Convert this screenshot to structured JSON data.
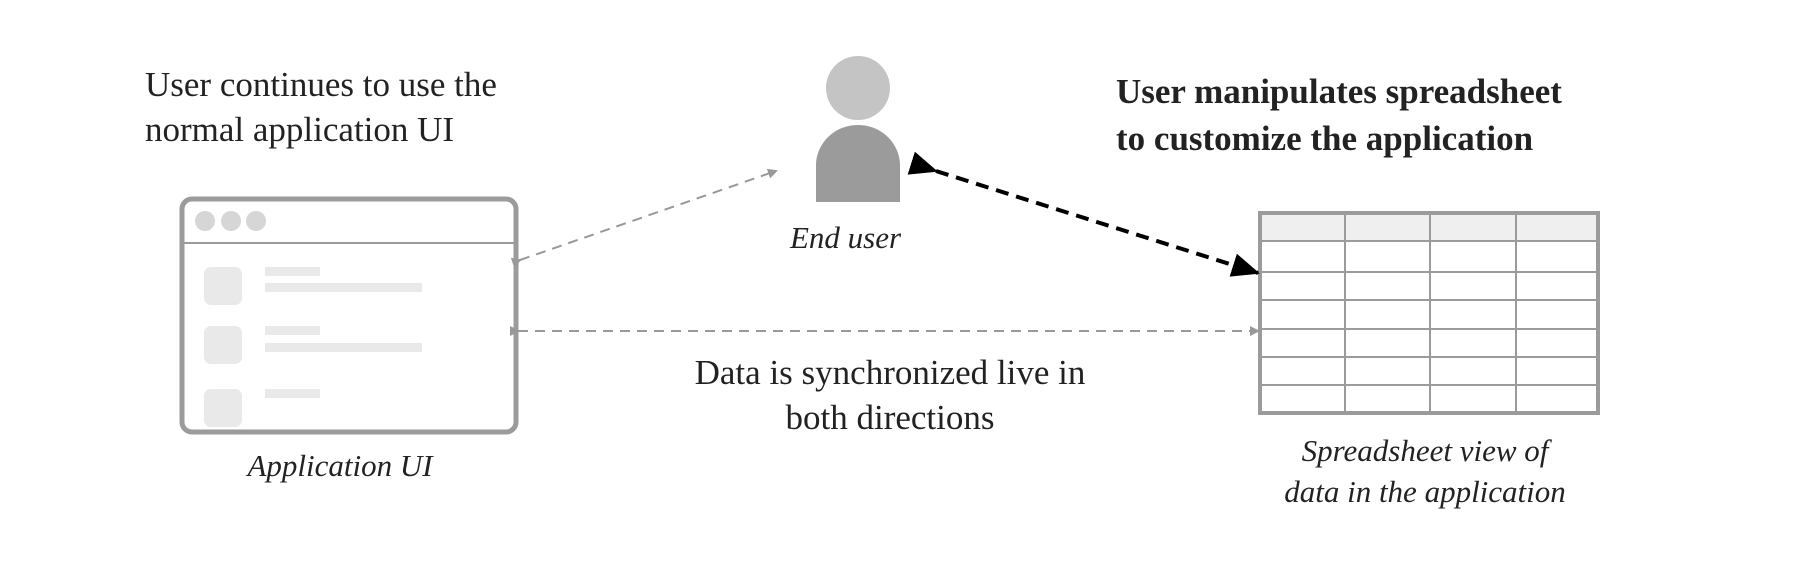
{
  "labels": {
    "app_usage_line1": "User continues to use the",
    "app_usage_line2": "normal application UI",
    "spreadsheet_usage_line1": "User manipulates spreadsheet",
    "spreadsheet_usage_line2": "to customize the application",
    "end_user": "End user",
    "application_ui": "Application UI",
    "sync_line1": "Data is synchronized live in",
    "sync_line2": "both directions",
    "spreadsheet_line1": "Spreadsheet view of",
    "spreadsheet_line2": "data in the application"
  },
  "colors": {
    "text": "#222222",
    "window_stroke": "#9b9b9b",
    "window_fill": "#ffffff",
    "placeholder": "#e9e9e9",
    "user_head": "#c4c4c4",
    "user_body": "#9b9b9b",
    "dashed_gray": "#999999",
    "dashed_black": "#000000",
    "grid_stroke": "#9b9b9b",
    "header_fill": "#efefef"
  },
  "icons": [
    "window-dot-icon",
    "person-icon",
    "arrowhead-icon"
  ]
}
